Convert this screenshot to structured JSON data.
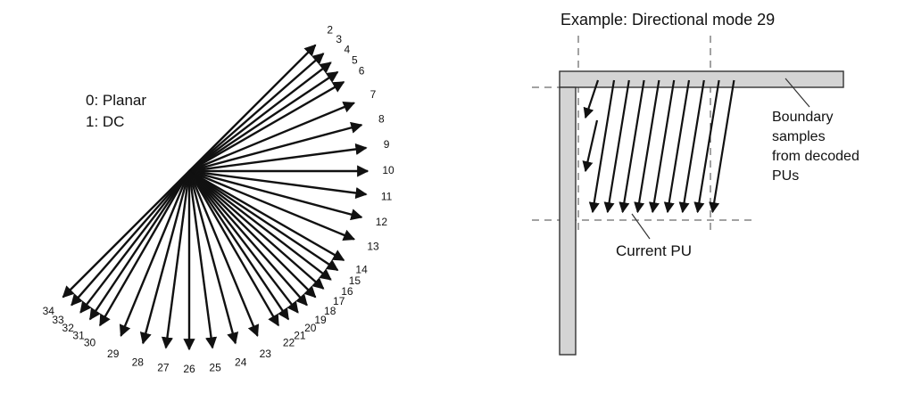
{
  "left_diagram": {
    "legend_planar": "0: Planar",
    "legend_dc": "1: DC",
    "modes": [
      {
        "label": "2",
        "angle": 225
      },
      {
        "label": "3",
        "angle": 221.25
      },
      {
        "label": "4",
        "angle": 217.5
      },
      {
        "label": "5",
        "angle": 213.75
      },
      {
        "label": "6",
        "angle": 210
      },
      {
        "label": "7",
        "angle": 202.5
      },
      {
        "label": "8",
        "angle": 195
      },
      {
        "label": "9",
        "angle": 187.5
      },
      {
        "label": "10",
        "angle": 180
      },
      {
        "label": "11",
        "angle": 172.5
      },
      {
        "label": "12",
        "angle": 165
      },
      {
        "label": "13",
        "angle": 157.5
      },
      {
        "label": "14",
        "angle": 150
      },
      {
        "label": "15",
        "angle": 146.25
      },
      {
        "label": "16",
        "angle": 142.5
      },
      {
        "label": "17",
        "angle": 138.75
      },
      {
        "label": "18",
        "angle": 135
      },
      {
        "label": "19",
        "angle": 131.25
      },
      {
        "label": "20",
        "angle": 127.5
      },
      {
        "label": "21",
        "angle": 123.75
      },
      {
        "label": "22",
        "angle": 120
      },
      {
        "label": "23",
        "angle": 112.5
      },
      {
        "label": "24",
        "angle": 105
      },
      {
        "label": "25",
        "angle": 97.5
      },
      {
        "label": "26",
        "angle": 90
      },
      {
        "label": "27",
        "angle": 82.5
      },
      {
        "label": "28",
        "angle": 75
      },
      {
        "label": "29",
        "angle": 67.5
      },
      {
        "label": "30",
        "angle": 60
      },
      {
        "label": "31",
        "angle": 56.25
      },
      {
        "label": "32",
        "angle": 52.5
      },
      {
        "label": "33",
        "angle": 48.75
      },
      {
        "label": "34",
        "angle": 45
      }
    ]
  },
  "right_diagram": {
    "title": "Example: Directional mode 29",
    "boundary_label": [
      "Boundary",
      "samples",
      "from decoded",
      "PUs"
    ],
    "current_pu_label": "Current PU",
    "prediction_arrow_count": 9
  }
}
